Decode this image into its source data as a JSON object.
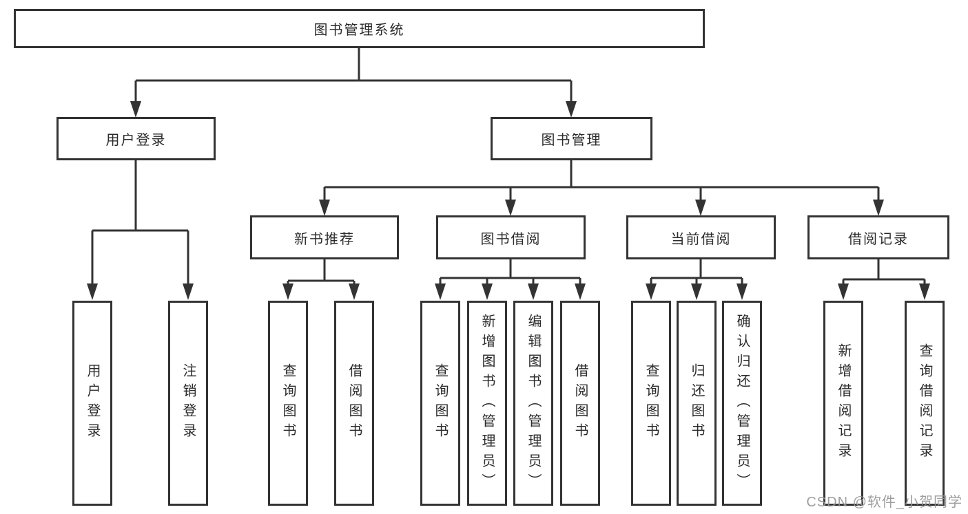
{
  "page": {
    "background": "#ffffff",
    "line_color": "#333333",
    "text_color": "#2b2b2b",
    "watermark_color": "#969696"
  },
  "tree": {
    "root": "图书管理系统",
    "level1": [
      {
        "label": "用户登录"
      },
      {
        "label": "图书管理"
      }
    ],
    "level2": [
      {
        "label": "新书推荐"
      },
      {
        "label": "图书借阅"
      },
      {
        "label": "当前借阅"
      },
      {
        "label": "借阅记录"
      }
    ],
    "leaves": {
      "user_login": [
        "用户登录",
        "注销登录"
      ],
      "new_book": [
        "查询图书",
        "借阅图书"
      ],
      "book_borrow": [
        "查询图书",
        "新增图书（管理员）",
        "编辑图书（管理员）",
        "借阅图书"
      ],
      "current_borrow": [
        "查询图书",
        "归还图书",
        "确认归还（管理员）"
      ],
      "borrow_record": [
        "新增借阅记录",
        "查询借阅记录"
      ]
    }
  },
  "watermark": {
    "text": "CSDN @软件_小贺同学"
  }
}
